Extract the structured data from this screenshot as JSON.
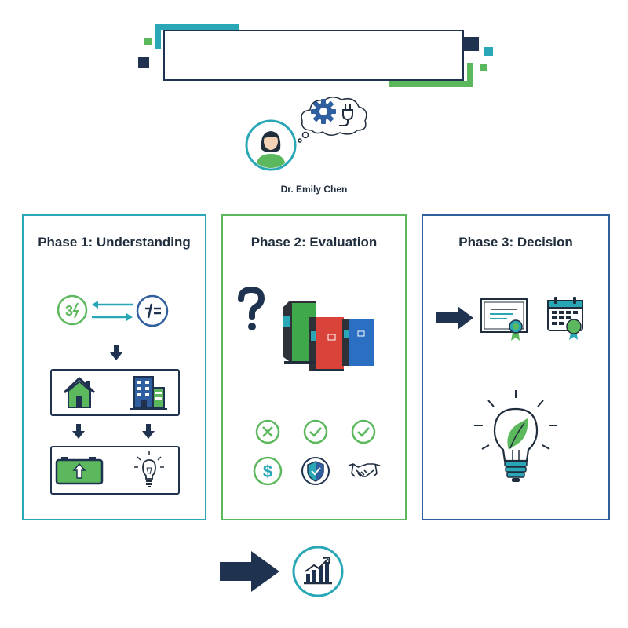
{
  "header": {
    "title": "",
    "person_name": "Dr. Emily Chen"
  },
  "phases": [
    {
      "title": "Phase 1: Understanding"
    },
    {
      "title": "Phase 2: Evaluation"
    },
    {
      "title": "Phase 3: Decision"
    }
  ],
  "colors": {
    "navy": "#1f3350",
    "teal": "#2aa7b6",
    "green": "#5cb85c",
    "blue": "#2f5f9e",
    "red": "#d9433a"
  },
  "icons": [
    "person-avatar-icon",
    "gear-icon",
    "plug-icon",
    "three-phase-icon",
    "dc-icon",
    "house-icon",
    "building-icon",
    "battery-icon",
    "lightbulb-icon",
    "question-mark-icon",
    "inverter-icon",
    "cross-circle-icon",
    "check-circle-icon",
    "dollar-icon",
    "shield-icon",
    "handshake-icon",
    "arrow-right-icon",
    "certificate-icon",
    "calendar-award-icon",
    "eco-lightbulb-icon",
    "growth-chart-icon"
  ]
}
